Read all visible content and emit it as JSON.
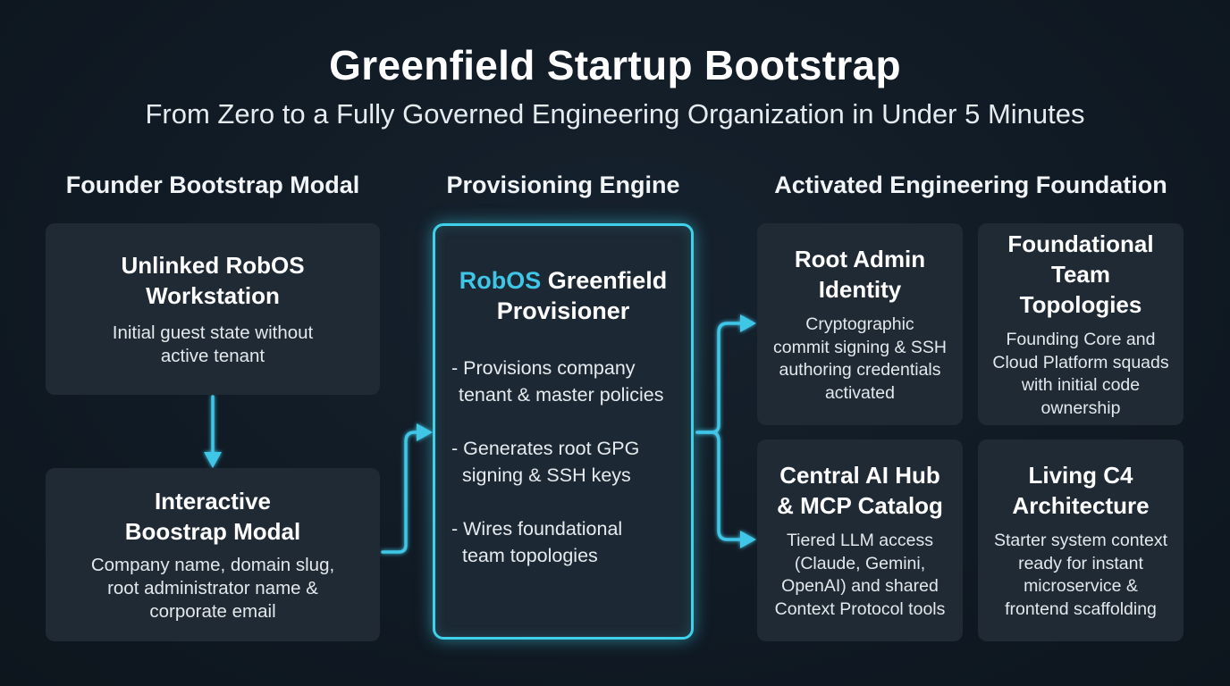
{
  "header": {
    "title": "Greenfield Startup Bootstrap",
    "subtitle": "From Zero to a Fully Governed Engineering Organization in Under 5 Minutes"
  },
  "columns": {
    "left": "Founder Bootstrap Modal",
    "middle": "Provisioning Engine",
    "right": "Activated Engineering Foundation"
  },
  "left_cards": [
    {
      "title": [
        "Unlinked RobOS",
        "Workstation"
      ],
      "desc": [
        "Initial guest state without",
        "active tenant"
      ]
    },
    {
      "title": [
        "Interactive",
        "Boostrap Modal"
      ],
      "desc": [
        "Company name, domain slug,",
        "root administrator name &",
        "corporate email"
      ]
    }
  ],
  "engine": {
    "title_accent": "RobOS",
    "title_rest": " Greenfield",
    "title_line2": "Provisioner",
    "bullets": [
      [
        "- Provisions company",
        "tenant & master policies"
      ],
      [
        "- Generates root GPG",
        "signing & SSH keys"
      ],
      [
        "- Wires foundational",
        "team topologies"
      ]
    ]
  },
  "right_cards": [
    {
      "title": [
        "Root Admin",
        "Identity"
      ],
      "desc": [
        "Cryptographic",
        "commit signing & SSH",
        "authoring credentials",
        "activated"
      ]
    },
    {
      "title": [
        "Foundational",
        "Team Topologies"
      ],
      "desc": [
        "Founding Core and",
        "Cloud Platform squads",
        "with initial code",
        "ownership"
      ]
    },
    {
      "title": [
        "Central AI Hub",
        "& MCP Catalog"
      ],
      "desc": [
        "Tiered LLM access",
        "(Claude, Gemini,",
        "OpenAI) and shared",
        "Context Protocol tools"
      ]
    },
    {
      "title": [
        "Living C4",
        "Architecture"
      ],
      "desc": [
        "Starter system context",
        "ready for instant",
        "microservice &",
        "frontend scaffolding"
      ]
    }
  ],
  "colors": {
    "accent": "#3fc6e6",
    "card": "#1f2a35",
    "background": "#101a24"
  }
}
